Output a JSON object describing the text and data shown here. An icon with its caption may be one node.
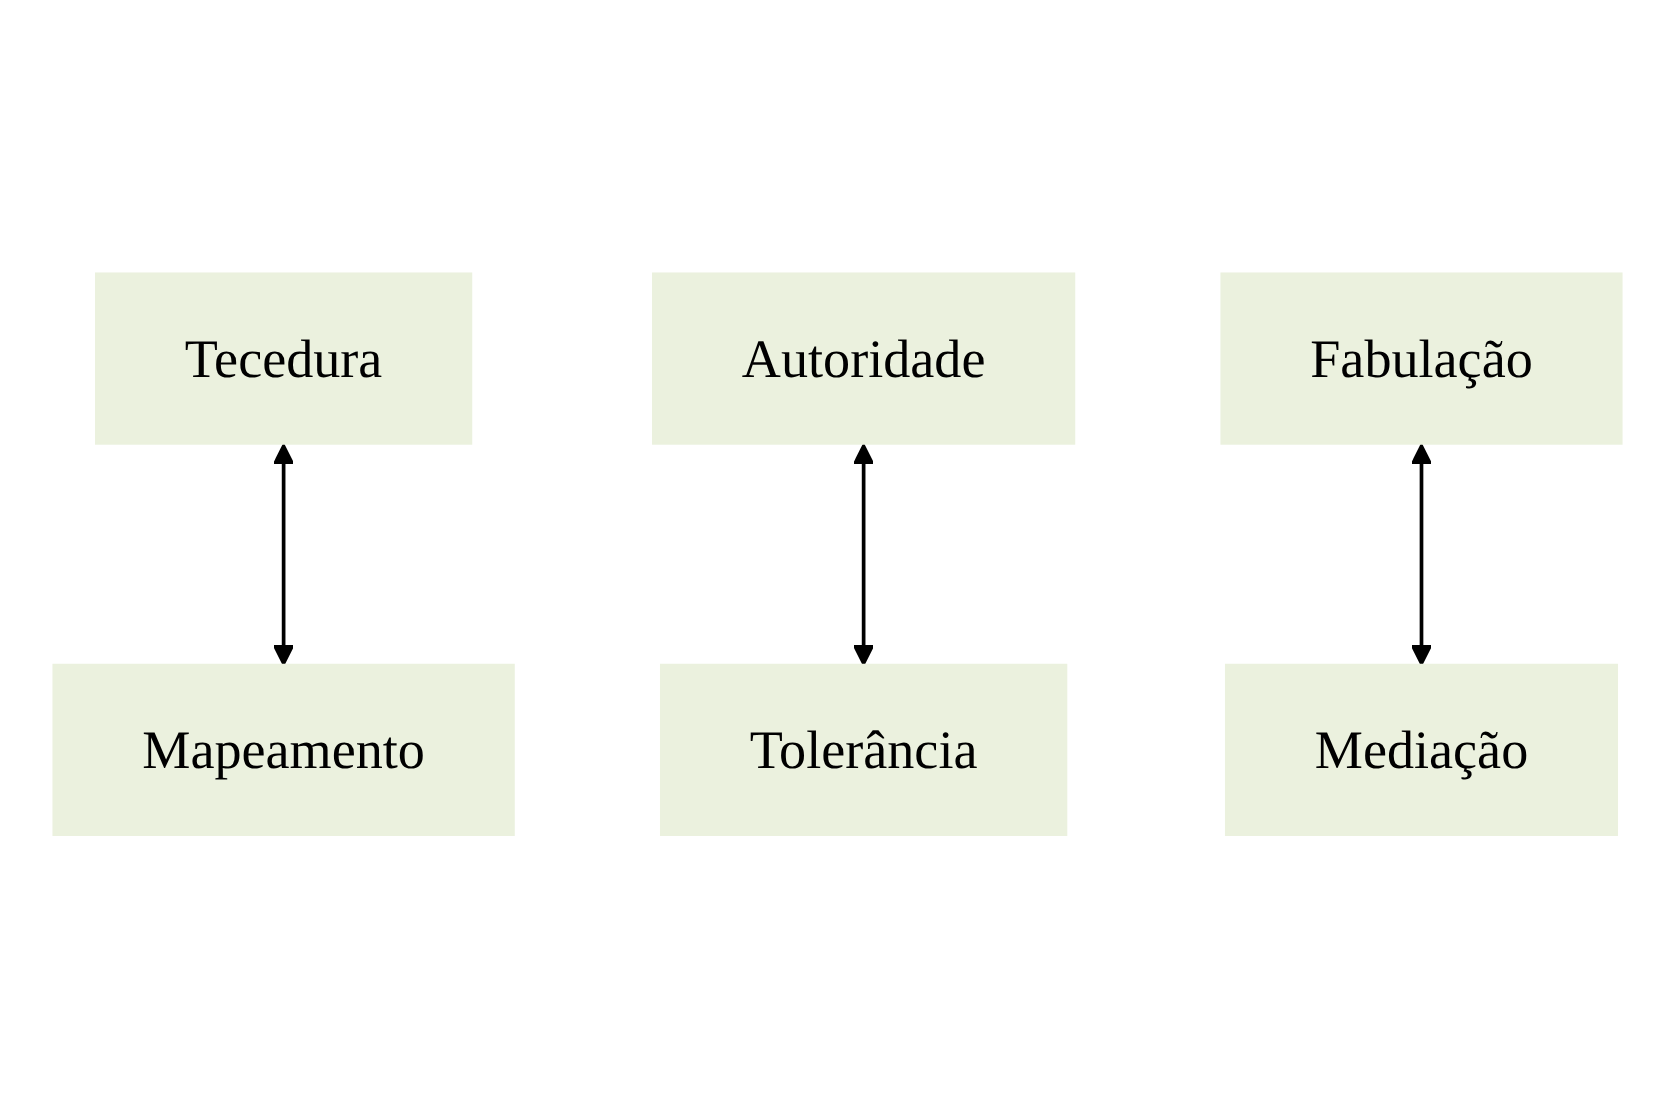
{
  "diagram": {
    "nodes": [
      {
        "text": [
          "Tecedura"
        ]
      },
      {
        "text": [
          "Autoridade"
        ]
      },
      {
        "text": [
          "Fabulação"
        ]
      },
      {
        "text": [
          "Mediação"
        ]
      },
      {
        "text": [
          "Tolerância"
        ]
      },
      {
        "text": [
          "Mapeamento"
        ]
      }
    ],
    "edges": [
      {
        "from": 0,
        "to": 5,
        "arrow": "both"
      },
      {
        "from": 1,
        "to": 4,
        "arrow": "both"
      },
      {
        "from": 2,
        "to": 3,
        "arrow": "both"
      }
    ]
  }
}
